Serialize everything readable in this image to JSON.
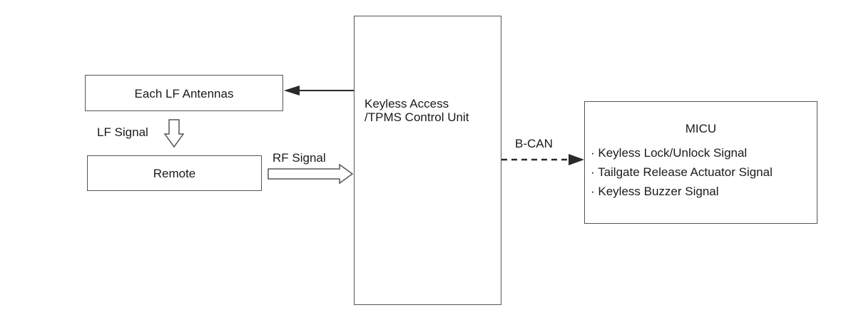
{
  "blocks": {
    "antennas": {
      "label": "Each LF Antennas"
    },
    "remote": {
      "label": "Remote"
    },
    "control_unit": {
      "line1": "Keyless Access",
      "line2": "/TPMS Control Unit"
    },
    "micu": {
      "title": "MICU",
      "signals": [
        "· Keyless Lock/Unlock Signal",
        "· Tailgate Release Actuator Signal",
        "· Keyless Buzzer Signal"
      ]
    }
  },
  "connections": {
    "lf_signal": "LF Signal",
    "rf_signal": "RF Signal",
    "bus": "B-CAN"
  }
}
